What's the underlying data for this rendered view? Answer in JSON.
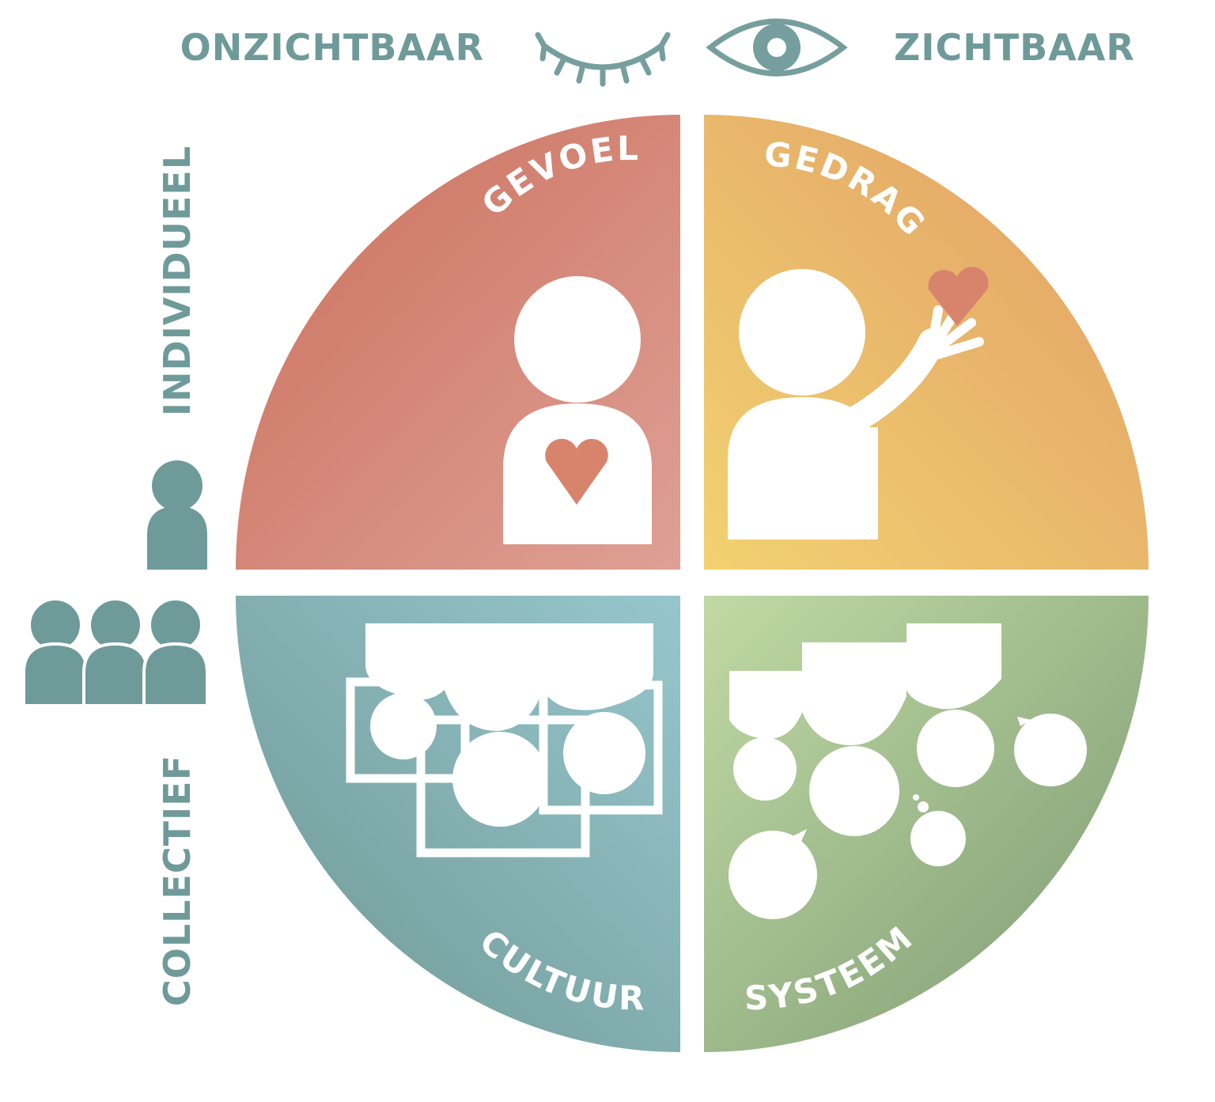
{
  "colors": {
    "axis_text": "#6f9a9a",
    "gevoel": [
      "#cb6f5b",
      "#dea095"
    ],
    "gedrag": [
      "#f2d171",
      "#e09e65"
    ],
    "cultuur": [
      "#96c6cc",
      "#6f9794"
    ],
    "systeem": [
      "#c0d9a4",
      "#7c9a72"
    ],
    "heart": "#d8846d",
    "white": "#ffffff"
  },
  "top_axis": {
    "left_label": "ONZICHTBAAR",
    "right_label": "ZICHTBAAR",
    "left_icon": "closed-eye-icon",
    "right_icon": "open-eye-icon"
  },
  "side_axis": {
    "top_label": "INDIVIDUEEL",
    "bottom_label": "COLLECTIEF",
    "top_icon": "single-person-icon",
    "bottom_icon": "group-people-icon"
  },
  "quadrants": {
    "top_left": {
      "label": "GEVOEL",
      "icon": "person-with-heart-icon"
    },
    "top_right": {
      "label": "GEDRAG",
      "icon": "person-waving-heart-icon"
    },
    "bottom_left": {
      "label": "CULTUUR",
      "icon": "framed-group-icon"
    },
    "bottom_right": {
      "label": "SYSTEEM",
      "icon": "talking-group-icon"
    }
  }
}
